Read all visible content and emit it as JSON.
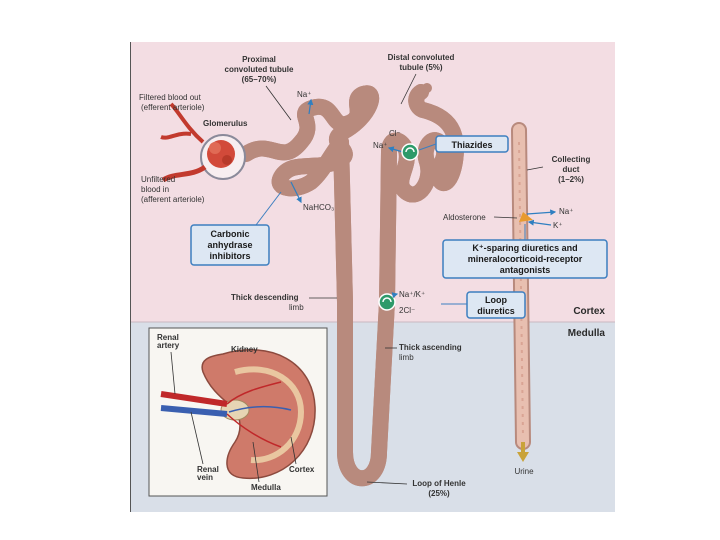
{
  "labels": {
    "proximal_1": "Proximal",
    "proximal_2": "convoluted tubule",
    "proximal_3": "(65–70%)",
    "distal_1": "Distal convoluted",
    "distal_2": "tubule (5%)",
    "filtered_out_1": "Filtered blood out",
    "filtered_out_2": "(efferent arteriole)",
    "glomerulus": "Glomerulus",
    "unfiltered_1": "Unfiltered",
    "unfiltered_2": "blood in",
    "unfiltered_3": "(afferent arteriole)",
    "collecting_1": "Collecting",
    "collecting_2": "duct",
    "collecting_3": "(1–2%)",
    "aldosterone": "Aldosterone",
    "thick_desc_1": "Thick descending",
    "thick_desc_2": "limb",
    "thick_asc_1": "Thick ascending",
    "thick_asc_2": "limb",
    "loop_1": "Loop of Henle",
    "loop_2": "(25%)",
    "urine": "Urine",
    "cortex_region": "Cortex",
    "medulla_region": "Medulla"
  },
  "ions": {
    "na_top": "Na⁺",
    "cl": "Cl⁻",
    "na_distal": "Na⁺",
    "nahco3": "NaHCO₃",
    "na_cd": "Na⁺",
    "k_cd": "K⁺",
    "nak": "Na⁺/K⁺",
    "twocl": "2Cl⁻"
  },
  "drug_boxes": {
    "thiazides": "Thiazides",
    "carbonic_1": "Carbonic",
    "carbonic_2": "anhydrase",
    "carbonic_3": "inhibitors",
    "ksparing_1": "K⁺-sparing diuretics and",
    "ksparing_2": "mineralocorticoid-receptor",
    "ksparing_3": "antagonists",
    "loop_1": "Loop",
    "loop_2": "diuretics"
  },
  "inset": {
    "renal_artery_1": "Renal",
    "renal_artery_2": "artery",
    "kidney": "Kidney",
    "renal_vein_1": "Renal",
    "renal_vein_2": "vein",
    "medulla": "Medulla",
    "cortex": "Cortex"
  },
  "colors": {
    "cortex_bg": "#f3dde3",
    "medulla_bg": "#d9dfe8",
    "tubule": "#e8bfb0",
    "tubule_edge": "#b88a7d",
    "box_fill": "#dde7f3",
    "box_stroke": "#3d7fc0",
    "arrow": "#2f7fc1",
    "transporter": "#2e9a6a"
  }
}
